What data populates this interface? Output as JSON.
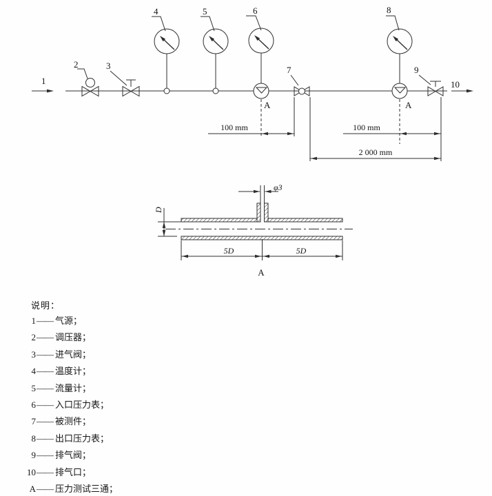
{
  "diagram": {
    "labels": {
      "n1": "1",
      "n2": "2",
      "n3": "3",
      "n4": "4",
      "n5": "5",
      "n6": "6",
      "n7": "7",
      "n8": "8",
      "n9": "9",
      "n10": "10",
      "tee_left": "A",
      "tee_right": "A"
    },
    "dimensions": {
      "left_100": "100 mm",
      "right_100": "100 mm",
      "span_2000": "2 000 mm"
    }
  },
  "detail": {
    "phi3": "φ3",
    "bore_d": "D",
    "five_d_left": "5D",
    "five_d_right": "5D",
    "tee_label": "A"
  },
  "legend": {
    "title": "说明：",
    "separator": "——",
    "items": [
      {
        "num": "1",
        "term": "气源；"
      },
      {
        "num": "2",
        "term": "调压器；"
      },
      {
        "num": "3",
        "term": "进气阀；"
      },
      {
        "num": "4",
        "term": "温度计；"
      },
      {
        "num": "5",
        "term": "流量计；"
      },
      {
        "num": "6",
        "term": "入口压力表；"
      },
      {
        "num": "7",
        "term": "被测件；"
      },
      {
        "num": "8",
        "term": "出口压力表；"
      },
      {
        "num": "9",
        "term": "排气阀；"
      },
      {
        "num": "10",
        "term": "排气口；"
      },
      {
        "num": "A",
        "term": "压力测试三通；"
      }
    ]
  }
}
